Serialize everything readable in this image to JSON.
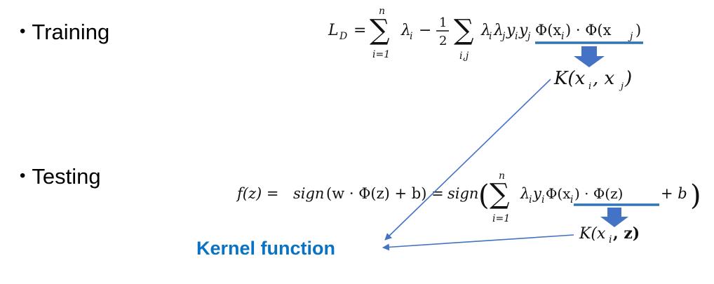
{
  "slide": {
    "bullets": {
      "training": "Training",
      "testing": "Testing"
    },
    "bullet_glyph": "•",
    "kernel_label": "Kernel function",
    "colors": {
      "accent_blue": "#0a72c2",
      "arrow_blue": "#4472c4",
      "underline_blue": "#2e75b6",
      "text": "#111111"
    }
  },
  "equations": {
    "training": {
      "lhs": "L",
      "lhs_sub": "D",
      "eq": "=",
      "sum1_upper": "n",
      "sum1_lower": "i=1",
      "lambda_i": "λ",
      "sub_i": "i",
      "minus": "−",
      "frac_num": "1",
      "frac_den": "2",
      "sum2_lower": "i,j",
      "product_term": "λ",
      "product_subs": "i",
      "lambda_j": "λ",
      "sub_j": "j",
      "y": "y",
      "phi_dot_product": "Φ(x",
      "phi_sub_i": "i",
      "phi_mid": ") · Φ(x",
      "phi_sub_j": "j",
      "phi_close": ")",
      "kernel_text": "K(x",
      "kernel_sub_i": "i",
      "kernel_comma": ", x",
      "kernel_sub_j": "j",
      "kernel_close": ")"
    },
    "testing": {
      "f_of_z": "f(z) = ",
      "sign1": "sign",
      "sign1_args": "(w · Φ(z) + b) = ",
      "sign2": "sign",
      "open_paren": "(",
      "sum_upper": "n",
      "sum_lower": "i=1",
      "lambda": "λ",
      "sub_i": "i",
      "y": "y",
      "phi_part1": "Φ(x",
      "phi_sub": "i",
      "phi_part2": ") · Φ(z)",
      "plus_b": "+ b",
      "close_paren": ")",
      "kernel_text": "K(x",
      "kernel_sub": "i",
      "kernel_rest": ", z)"
    }
  },
  "icons": {
    "down_arrow_training": "down-arrow-icon",
    "down_arrow_testing": "down-arrow-icon",
    "pointer_arrows": "arrow-line-icon"
  }
}
